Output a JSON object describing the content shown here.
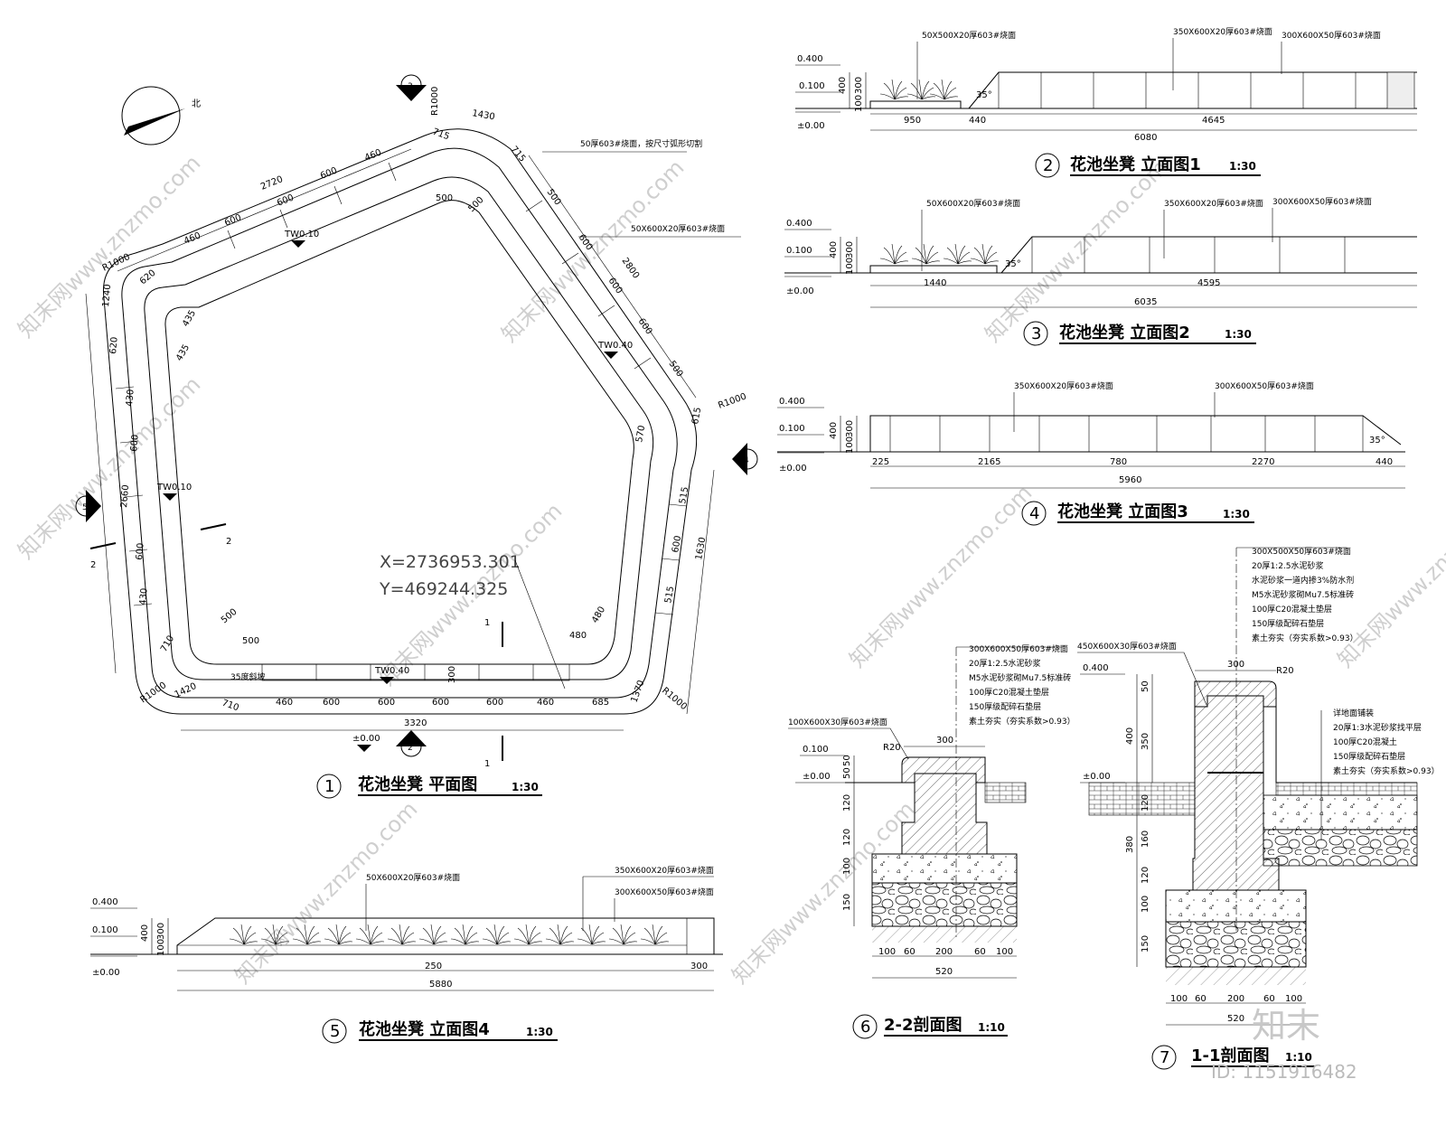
{
  "north_label": "北",
  "plan": {
    "title": "花池坐凳  平面图",
    "number": "1",
    "scale": "1:30",
    "coord_x": "X=2736953.301",
    "coord_y": "Y=469244.325",
    "note_top": "50厚603#烧面，按尺寸弧形切割",
    "note_right": "50X600X20厚603#烧面",
    "tw_labels": [
      "TW0.10",
      "TW0.40",
      "TW0.10",
      "TW0.40"
    ],
    "radius_labels": [
      "R1000",
      "R1000",
      "R1000",
      "R1000",
      "R1000"
    ],
    "dims_top": [
      "2720",
      "600",
      "600",
      "460",
      "600",
      "460",
      "1430",
      "715",
      "715"
    ],
    "dims_right": [
      "500",
      "600",
      "600",
      "600",
      "500",
      "2800",
      "615",
      "515",
      "600",
      "515",
      "1630",
      "1370"
    ],
    "dims_left": [
      "1240",
      "620",
      "620",
      "430",
      "600",
      "2660",
      "600",
      "430",
      "710",
      "1420"
    ],
    "dims_bottom": [
      "460",
      "600",
      "600",
      "600",
      "600",
      "460",
      "3320",
      "710",
      "685"
    ],
    "inner_dims": [
      "500",
      "500",
      "435",
      "435",
      "570",
      "500",
      "500",
      "480",
      "480",
      "300"
    ],
    "slope_note": "35度斜坡",
    "level_bottom": "±0.00",
    "section_marks": [
      "1",
      "1",
      "2",
      "2"
    ],
    "callouts": [
      "3",
      "4",
      "5",
      "2"
    ]
  },
  "elev1": {
    "title": "花池坐凳  立面图1",
    "number": "2",
    "scale": "1:30",
    "notes": [
      "50X500X20厚603#烧面",
      "350X600X20厚603#烧面",
      "300X600X50厚603#烧面"
    ],
    "levels": [
      "0.400",
      "0.100",
      "±0.00"
    ],
    "vdims": [
      "400",
      "300",
      "100"
    ],
    "dims": [
      "950",
      "440",
      "4645",
      "6080"
    ],
    "angle": "35°"
  },
  "elev2": {
    "title": "花池坐凳  立面图2",
    "number": "3",
    "scale": "1:30",
    "notes": [
      "50X600X20厚603#烧面",
      "350X600X20厚603#烧面",
      "300X600X50厚603#烧面"
    ],
    "levels": [
      "0.400",
      "0.100",
      "±0.00"
    ],
    "vdims": [
      "400",
      "300",
      "100"
    ],
    "dims": [
      "1440",
      "4595",
      "6035"
    ],
    "angle": "35°"
  },
  "elev3": {
    "title": "花池坐凳  立面图3",
    "number": "4",
    "scale": "1:30",
    "notes": [
      "350X600X20厚603#烧面",
      "300X600X50厚603#烧面"
    ],
    "levels": [
      "0.400",
      "0.100",
      "±0.00"
    ],
    "vdims": [
      "400",
      "300",
      "100"
    ],
    "dims": [
      "225",
      "2165",
      "780",
      "2270",
      "440",
      "5960"
    ],
    "angle": "35°"
  },
  "elev4": {
    "title": "花池坐凳  立面图4",
    "number": "5",
    "scale": "1:30",
    "notes": [
      "50X600X20厚603#烧面",
      "350X600X20厚603#烧面",
      "300X600X50厚603#烧面"
    ],
    "levels": [
      "0.400",
      "0.100",
      "±0.00"
    ],
    "vdims": [
      "400",
      "300",
      "100"
    ],
    "dims": [
      "250",
      "300",
      "5880"
    ]
  },
  "sec22": {
    "title": "2-2剖面图",
    "number": "6",
    "scale": "1:10",
    "layers": [
      "300X600X50厚603#烧面",
      "20厚1:2.5水泥砂浆",
      "M5水泥砂浆砌Mu7.5标准砖",
      "100厚C20混凝土垫层",
      "150厚级配碎石垫层",
      "素土夯实（夯实系数>0.93）"
    ],
    "side_note": "100X600X30厚603#烧面",
    "levels": [
      "0.100",
      "±0.00"
    ],
    "r_label": "R20",
    "top_dim": "300",
    "vdims": [
      "50",
      "50",
      "120",
      "120",
      "100",
      "150"
    ],
    "bottom_dims": [
      "100",
      "60",
      "200",
      "60",
      "100",
      "520"
    ]
  },
  "sec11": {
    "title": "1-1剖面图",
    "number": "7",
    "scale": "1:10",
    "layers": [
      "300X500X50厚603#烧面",
      "20厚1:2.5水泥砂浆",
      "水泥砂浆一道内掺3%防水剂",
      "M5水泥砂浆砌Mu7.5标准砖",
      "100厚C20混凝土垫层",
      "150厚级配碎石垫层",
      "素土夯实（夯实系数>0.93）"
    ],
    "side_note": "450X600X30厚603#烧面",
    "right_layers": [
      "详地面铺装",
      "20厚1:3水泥砂浆找平层",
      "100厚C20混凝土",
      "150厚级配碎石垫层",
      "素土夯实（夯实系数>0.93）"
    ],
    "levels": [
      "0.400",
      "±0.00"
    ],
    "r_label": "R20",
    "top_dim": "300",
    "vdims": [
      "50",
      "350",
      "400",
      "120",
      "160",
      "380",
      "120",
      "100",
      "150"
    ],
    "bottom_dims": [
      "100",
      "60",
      "200",
      "60",
      "100",
      "520"
    ]
  },
  "watermark": "知末网www.znzmo.com",
  "brand": "知末",
  "id_label": "ID: 1151916482"
}
